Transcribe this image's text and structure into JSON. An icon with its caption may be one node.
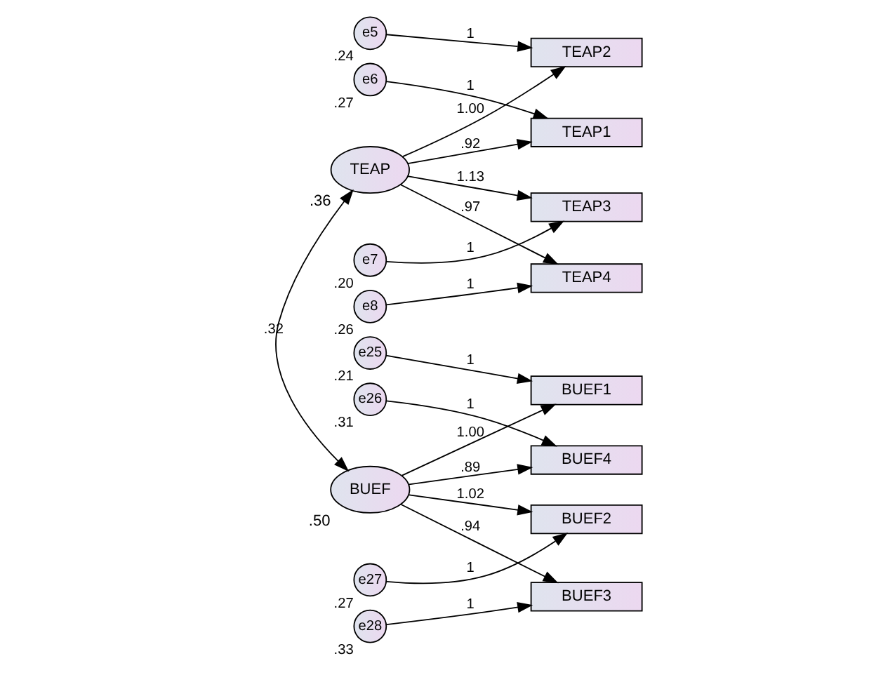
{
  "diagram": {
    "nodes": [
      {
        "text": [
          "e5"
        ],
        "beside": [
          ".24"
        ]
      },
      {
        "text": [
          "e6"
        ],
        "beside": [
          ".27"
        ]
      },
      {
        "text": [
          "e7"
        ],
        "beside": [
          ".20"
        ]
      },
      {
        "text": [
          "e8"
        ],
        "beside": [
          ".26"
        ]
      },
      {
        "text": [
          "TEAP2"
        ]
      },
      {
        "text": [
          "TEAP1"
        ]
      },
      {
        "text": [
          "TEAP3"
        ]
      },
      {
        "text": [
          "TEAP4"
        ]
      },
      {
        "text": [
          "TEAP"
        ],
        "beside": [
          ".36"
        ]
      },
      {
        "text": [
          "e25"
        ],
        "beside": [
          ".21"
        ]
      },
      {
        "text": [
          "e26"
        ],
        "beside": [
          ".31"
        ]
      },
      {
        "text": [
          "e27"
        ],
        "beside": [
          ".27"
        ]
      },
      {
        "text": [
          "e28"
        ],
        "beside": [
          ".33"
        ]
      },
      {
        "text": [
          "BUEF1"
        ]
      },
      {
        "text": [
          "BUEF4"
        ]
      },
      {
        "text": [
          "BUEF2"
        ]
      },
      {
        "text": [
          "BUEF3"
        ]
      },
      {
        "text": [
          "BUEF"
        ],
        "beside": [
          ".50"
        ]
      }
    ],
    "edges": [
      {
        "from": 0,
        "to": 4,
        "arrow": "to",
        "label": "1"
      },
      {
        "from": 1,
        "to": 5,
        "arrow": "to",
        "label": "1"
      },
      {
        "from": 2,
        "to": 6,
        "arrow": "to",
        "label": "1"
      },
      {
        "from": 3,
        "to": 7,
        "arrow": "to",
        "label": "1"
      },
      {
        "from": 8,
        "to": 4,
        "arrow": "to",
        "label": "1.00"
      },
      {
        "from": 8,
        "to": 5,
        "arrow": "to",
        "label": ".92"
      },
      {
        "from": 8,
        "to": 6,
        "arrow": "to",
        "label": "1.13"
      },
      {
        "from": 8,
        "to": 7,
        "arrow": "to",
        "label": ".97"
      },
      {
        "from": 9,
        "to": 13,
        "arrow": "to",
        "label": "1"
      },
      {
        "from": 10,
        "to": 14,
        "arrow": "to",
        "label": "1"
      },
      {
        "from": 11,
        "to": 15,
        "arrow": "to",
        "label": "1"
      },
      {
        "from": 12,
        "to": 16,
        "arrow": "to",
        "label": "1"
      },
      {
        "from": 17,
        "to": 13,
        "arrow": "to",
        "label": "1.00"
      },
      {
        "from": 17,
        "to": 14,
        "arrow": "to",
        "label": ".89"
      },
      {
        "from": 17,
        "to": 15,
        "arrow": "to",
        "label": "1.02"
      },
      {
        "from": 17,
        "to": 16,
        "arrow": "to",
        "label": ".94"
      },
      {
        "from": 8,
        "to": 17,
        "arrow": "both",
        "label": ".32"
      }
    ]
  }
}
